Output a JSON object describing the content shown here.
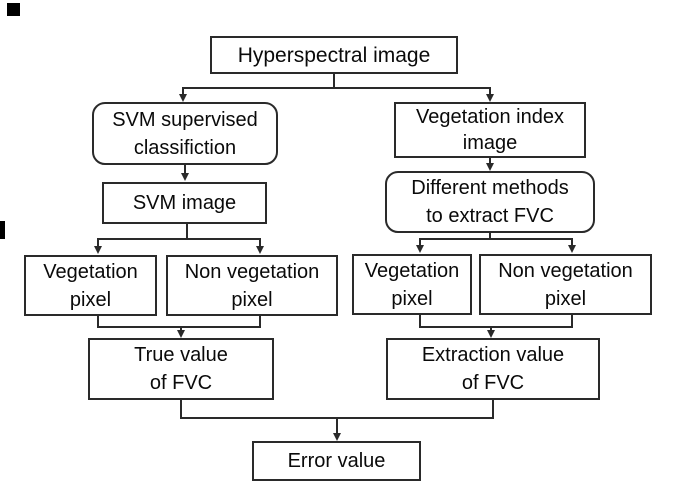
{
  "diagram": {
    "title_implicit": "FVC extraction error evaluation flowchart",
    "nodes": {
      "hyperspectral": {
        "label": "Hyperspectral image"
      },
      "svm_classification": {
        "line1": "SVM supervised",
        "line2": "classifiction"
      },
      "vegetation_index": {
        "line1": "Vegetation index",
        "line2": "image"
      },
      "svm_image": {
        "label": "SVM image"
      },
      "different_methods": {
        "line1": "Different methods",
        "line2": "to extract FVC"
      },
      "left_vegetation_pixel": {
        "line1": "Vegetation",
        "line2": "pixel"
      },
      "left_non_vegetation_pixel": {
        "line1": "Non vegetation",
        "line2": "pixel"
      },
      "right_vegetation_pixel": {
        "line1": "Vegetation",
        "line2": "pixel"
      },
      "right_non_vegetation_pixel": {
        "line1": "Non vegetation",
        "line2": "pixel"
      },
      "true_value": {
        "line1": "True value",
        "line2": "of FVC"
      },
      "extraction_value": {
        "line1": "Extraction value",
        "line2": "of FVC"
      },
      "error_value": {
        "label": "Error value"
      }
    },
    "edges": [
      {
        "from": "hyperspectral",
        "to": "svm_classification"
      },
      {
        "from": "hyperspectral",
        "to": "vegetation_index"
      },
      {
        "from": "svm_classification",
        "to": "svm_image"
      },
      {
        "from": "vegetation_index",
        "to": "different_methods"
      },
      {
        "from": "svm_image",
        "to": "left_vegetation_pixel"
      },
      {
        "from": "svm_image",
        "to": "left_non_vegetation_pixel"
      },
      {
        "from": "different_methods",
        "to": "right_vegetation_pixel"
      },
      {
        "from": "different_methods",
        "to": "right_non_vegetation_pixel"
      },
      {
        "from": "left_vegetation_pixel",
        "to": "true_value"
      },
      {
        "from": "left_non_vegetation_pixel",
        "to": "true_value"
      },
      {
        "from": "right_vegetation_pixel",
        "to": "extraction_value"
      },
      {
        "from": "right_non_vegetation_pixel",
        "to": "extraction_value"
      },
      {
        "from": "true_value",
        "to": "error_value"
      },
      {
        "from": "extraction_value",
        "to": "error_value"
      }
    ],
    "colors": {
      "border": "#2a2a2a",
      "line": "#2a2a2a",
      "text": "#0a0a0a",
      "background": "#ffffff"
    }
  }
}
